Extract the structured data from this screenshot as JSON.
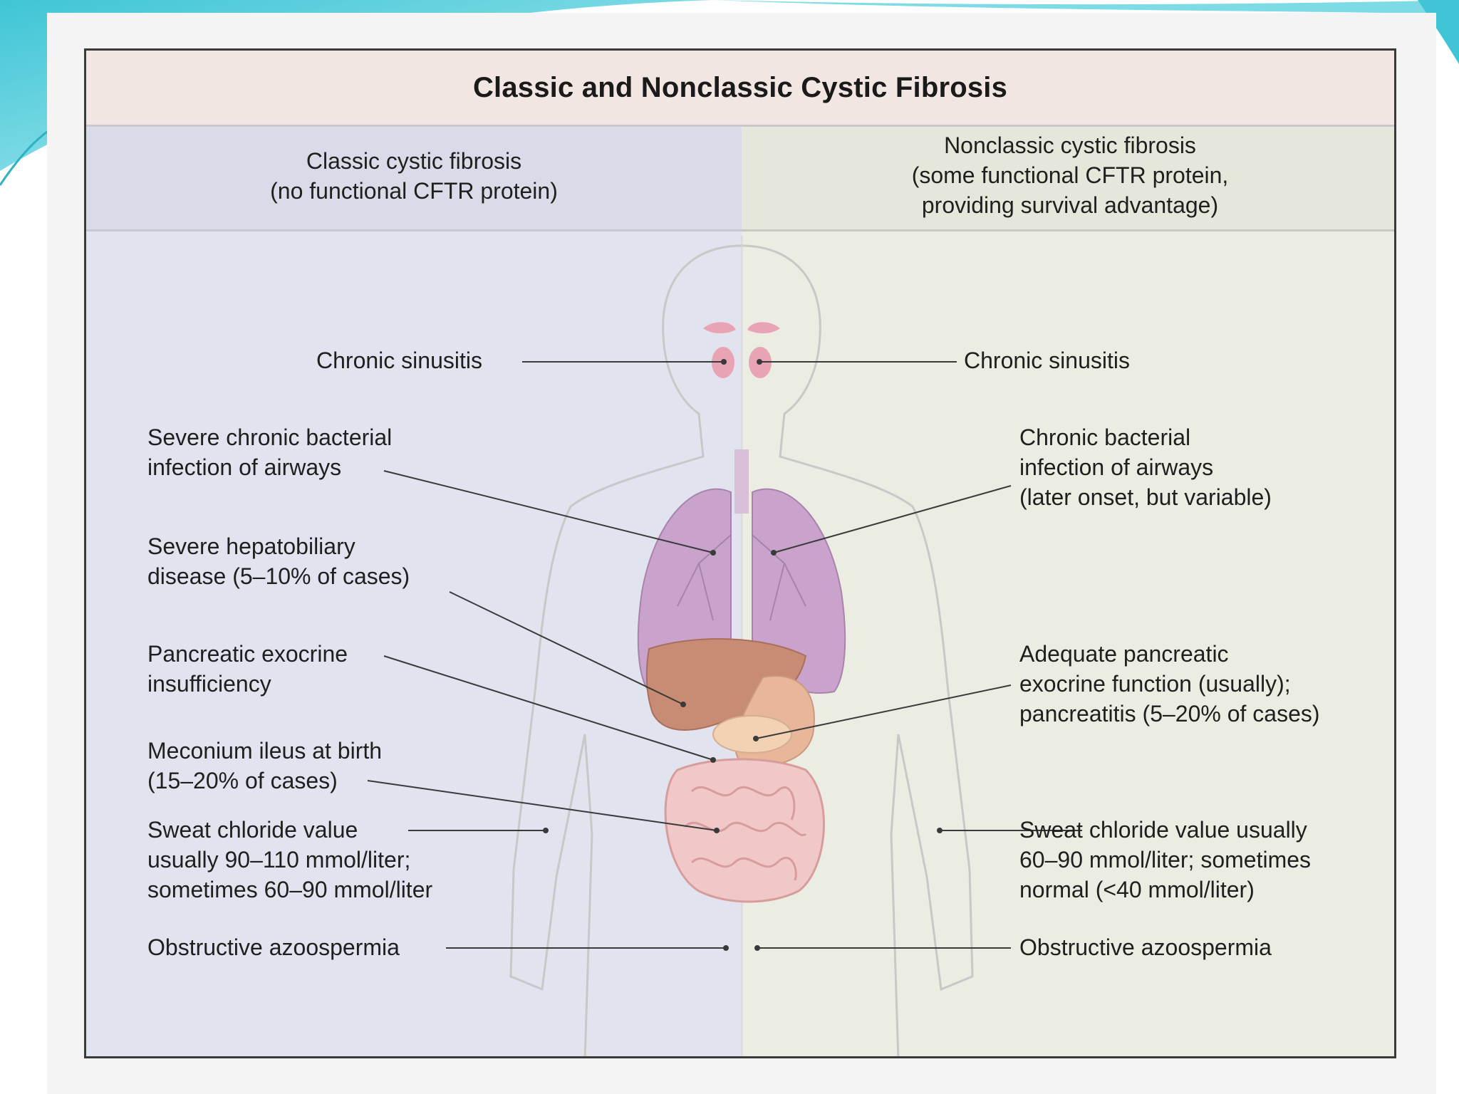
{
  "title": "Classic and Nonclassic Cystic Fibrosis",
  "columns": {
    "left": {
      "lines": [
        "Classic cystic fibrosis",
        "(no functional CFTR protein)"
      ]
    },
    "right": {
      "lines": [
        "Nonclassic cystic fibrosis",
        "(some functional CFTR protein,",
        "providing survival advantage)"
      ]
    }
  },
  "left_labels": [
    {
      "id": "sinusitis",
      "lines": [
        "Chronic sinusitis"
      ]
    },
    {
      "id": "airways",
      "lines": [
        "Severe chronic bacterial",
        "infection of airways"
      ]
    },
    {
      "id": "hepatobiliary",
      "lines": [
        "Severe hepatobiliary",
        "disease (5–10% of cases)"
      ]
    },
    {
      "id": "pancreatic",
      "lines": [
        "Pancreatic exocrine",
        "insufficiency"
      ]
    },
    {
      "id": "meconium",
      "lines": [
        "Meconium ileus at birth",
        "(15–20% of cases)"
      ]
    },
    {
      "id": "sweat",
      "lines": [
        "Sweat chloride value",
        "usually 90–110 mmol/liter;",
        "sometimes 60–90 mmol/liter"
      ]
    },
    {
      "id": "azoospermia",
      "lines": [
        "Obstructive azoospermia"
      ]
    }
  ],
  "right_labels": [
    {
      "id": "sinusitis",
      "lines": [
        "Chronic sinusitis"
      ]
    },
    {
      "id": "airways",
      "lines": [
        "Chronic bacterial",
        "infection of airways",
        "(later onset, but variable)"
      ]
    },
    {
      "id": "pancreatic",
      "lines": [
        "Adequate pancreatic",
        "exocrine function (usually);",
        "pancreatitis (5–20% of cases)"
      ]
    },
    {
      "id": "sweat",
      "lines": [
        "Sweat chloride value usually",
        "60–90 mmol/liter; sometimes",
        "normal (<40 mmol/liter)"
      ]
    },
    {
      "id": "azoospermia",
      "lines": [
        "Obstructive azoospermia"
      ]
    }
  ],
  "colors": {
    "title_band": "#f2e6e2",
    "left_panel": "#e1e3ee",
    "right_panel": "#ebede2",
    "lungs": "#c9a3cc",
    "liver": "#c88b74",
    "sinus": "#e8a4b4",
    "intestine": "#f0c8c8",
    "slide_accent": "#5fd3df"
  }
}
